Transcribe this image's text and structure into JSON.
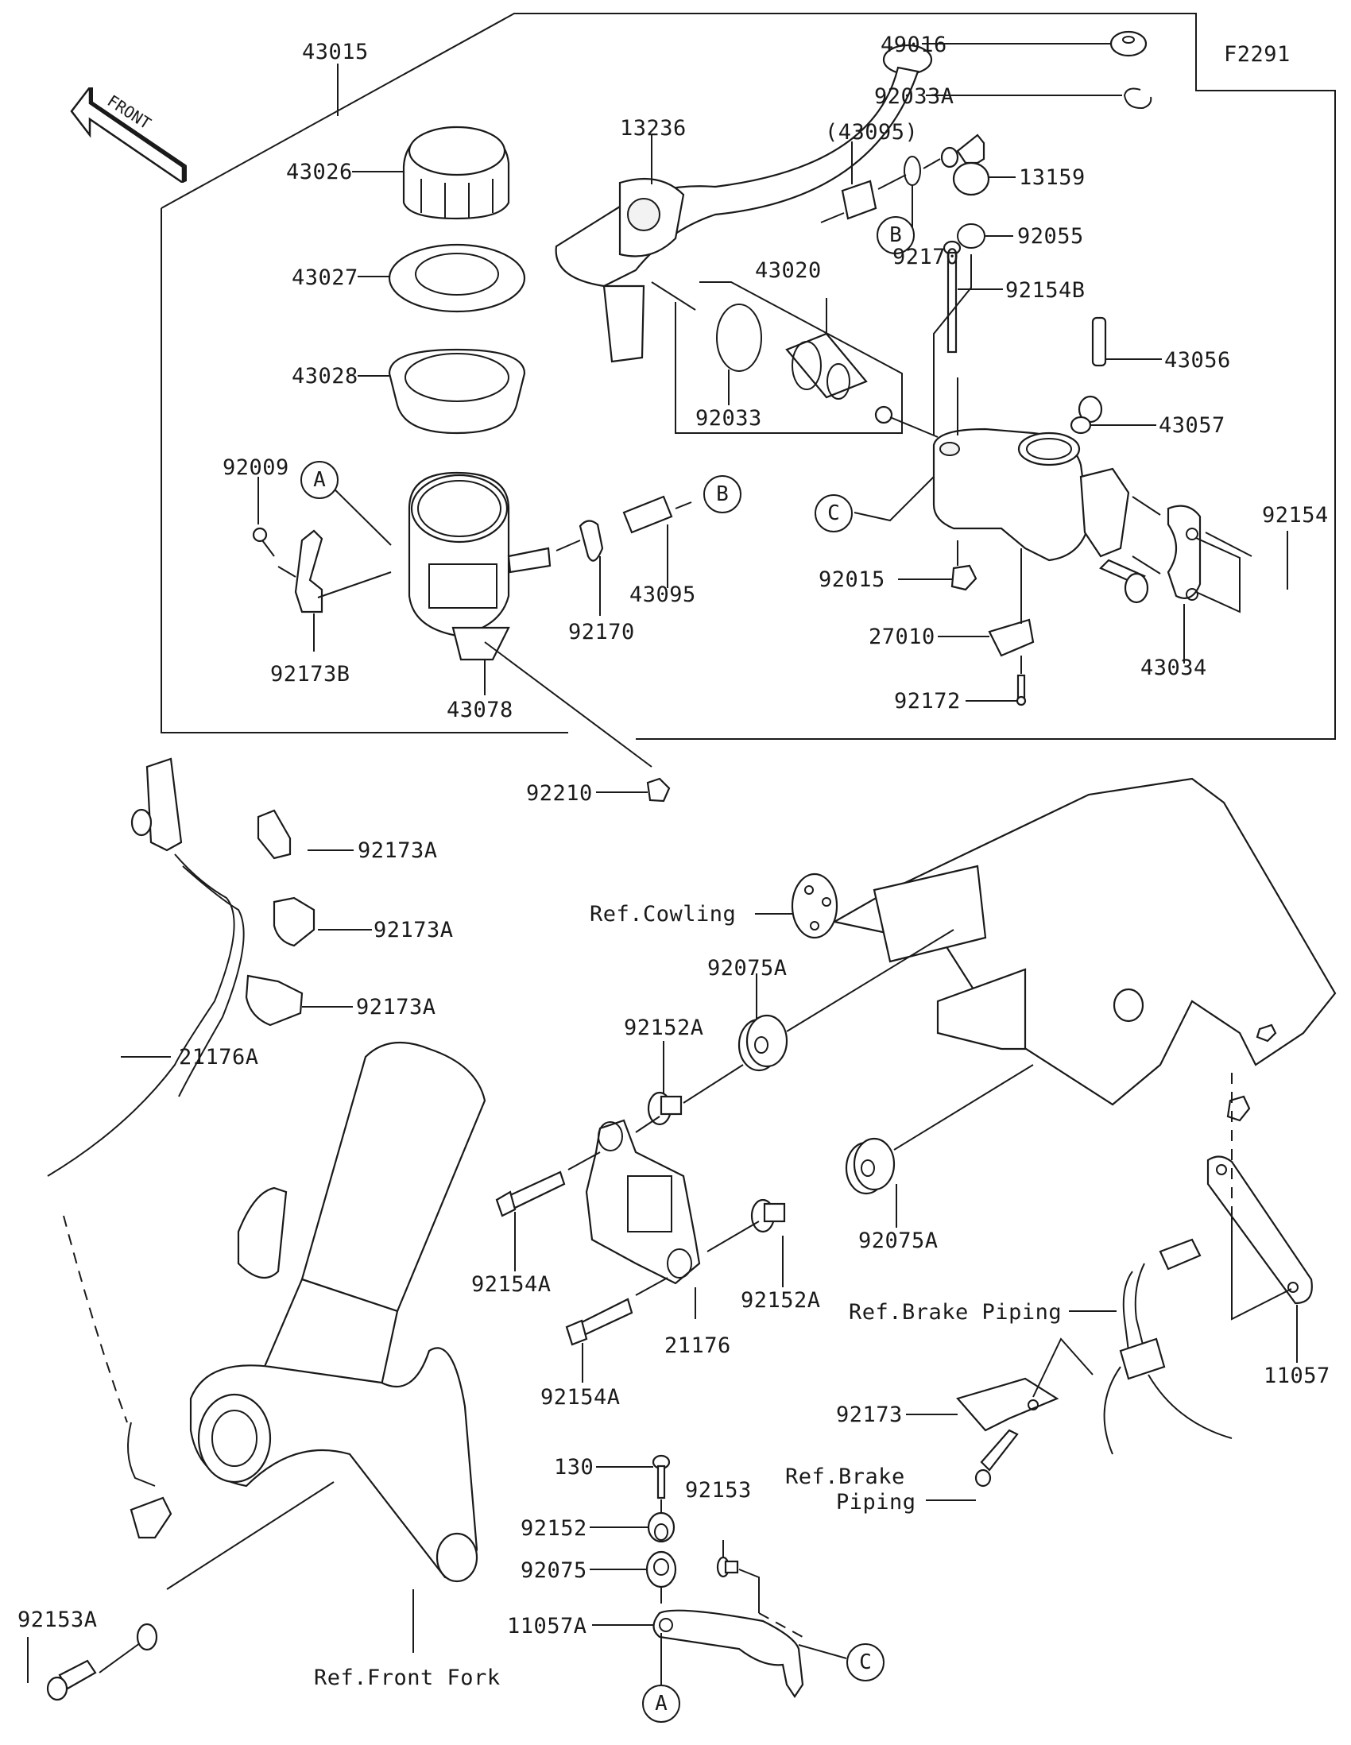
{
  "diagram": {
    "title": "Master Cylinder / Front Brake Parts Diagram",
    "figure_code": "F2291",
    "front_indicator": "FRONT",
    "ref_markers": [
      "A",
      "B",
      "C"
    ],
    "parts": [
      {
        "id": "p43015",
        "label": "43015"
      },
      {
        "id": "p43026",
        "label": "43026"
      },
      {
        "id": "p43027",
        "label": "43027"
      },
      {
        "id": "p43028",
        "label": "43028"
      },
      {
        "id": "p13236",
        "label": "13236"
      },
      {
        "id": "p49016",
        "label": "49016"
      },
      {
        "id": "p92033A",
        "label": "92033A"
      },
      {
        "id": "p43095paren",
        "label": "(43095)"
      },
      {
        "id": "p13159",
        "label": "13159"
      },
      {
        "id": "p92170top",
        "label": "92170"
      },
      {
        "id": "p92055",
        "label": "92055"
      },
      {
        "id": "p43020",
        "label": "43020"
      },
      {
        "id": "p92154B",
        "label": "92154B"
      },
      {
        "id": "p43056",
        "label": "43056"
      },
      {
        "id": "p92033",
        "label": "92033"
      },
      {
        "id": "p43057",
        "label": "43057"
      },
      {
        "id": "p92009",
        "label": "92009"
      },
      {
        "id": "p92154",
        "label": "92154"
      },
      {
        "id": "p92015",
        "label": "92015"
      },
      {
        "id": "p43095",
        "label": "43095"
      },
      {
        "id": "p92170",
        "label": "92170"
      },
      {
        "id": "p92173B",
        "label": "92173B"
      },
      {
        "id": "p27010",
        "label": "27010"
      },
      {
        "id": "p43034",
        "label": "43034"
      },
      {
        "id": "p43078",
        "label": "43078"
      },
      {
        "id": "p92172",
        "label": "92172"
      },
      {
        "id": "p92210",
        "label": "92210"
      },
      {
        "id": "p92173A1",
        "label": "92173A"
      },
      {
        "id": "p92173A2",
        "label": "92173A"
      },
      {
        "id": "p92173A3",
        "label": "92173A"
      },
      {
        "id": "pRefCowling",
        "label": "Ref.Cowling"
      },
      {
        "id": "p92075A1",
        "label": "92075A"
      },
      {
        "id": "p21176A",
        "label": "21176A"
      },
      {
        "id": "p92152A1",
        "label": "92152A"
      },
      {
        "id": "p92075A2",
        "label": "92075A"
      },
      {
        "id": "p92154A1",
        "label": "92154A"
      },
      {
        "id": "p92152A2",
        "label": "92152A"
      },
      {
        "id": "p21176",
        "label": "21176"
      },
      {
        "id": "pRefBrakePiping1",
        "label": "Ref.Brake Piping"
      },
      {
        "id": "p11057",
        "label": "11057"
      },
      {
        "id": "p92154A2",
        "label": "92154A"
      },
      {
        "id": "p92173",
        "label": "92173"
      },
      {
        "id": "p130",
        "label": "130"
      },
      {
        "id": "p92153",
        "label": "92153"
      },
      {
        "id": "pRefBrakePiping2a",
        "label": "Ref.Brake"
      },
      {
        "id": "pRefBrakePiping2b",
        "label": "Piping"
      },
      {
        "id": "p92152",
        "label": "92152"
      },
      {
        "id": "p92075",
        "label": "92075"
      },
      {
        "id": "p11057A",
        "label": "11057A"
      },
      {
        "id": "p92153A",
        "label": "92153A"
      },
      {
        "id": "pRefFrontFork",
        "label": "Ref.Front Fork"
      }
    ]
  }
}
